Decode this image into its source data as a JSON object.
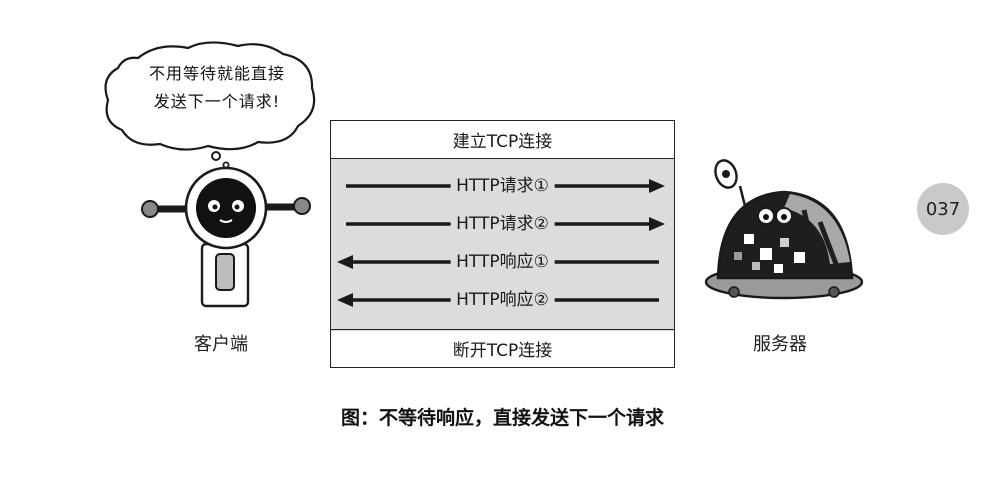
{
  "speech_bubble": {
    "line1": "不用等待就能直接",
    "line2": "发送下一个请求!"
  },
  "connection": {
    "open_label": "建立TCP连接",
    "close_label": "断开TCP连接"
  },
  "messages": [
    {
      "label": "HTTP请求①",
      "direction": "to-server"
    },
    {
      "label": "HTTP请求②",
      "direction": "to-server"
    },
    {
      "label": "HTTP响应①",
      "direction": "to-client"
    },
    {
      "label": "HTTP响应②",
      "direction": "to-client"
    }
  ],
  "client_label": "客户端",
  "server_label": "服务器",
  "figure_caption": "图：不等待响应，直接发送下一个请求",
  "page_number": "037",
  "colors": {
    "box_fill": "#dcdcdc",
    "badge": "#c9c9c9",
    "line": "#1a1a1a"
  },
  "icons": [
    "speech-bubble-icon",
    "client-robot-icon",
    "server-robot-icon",
    "arrow-right-icon",
    "arrow-left-icon"
  ]
}
